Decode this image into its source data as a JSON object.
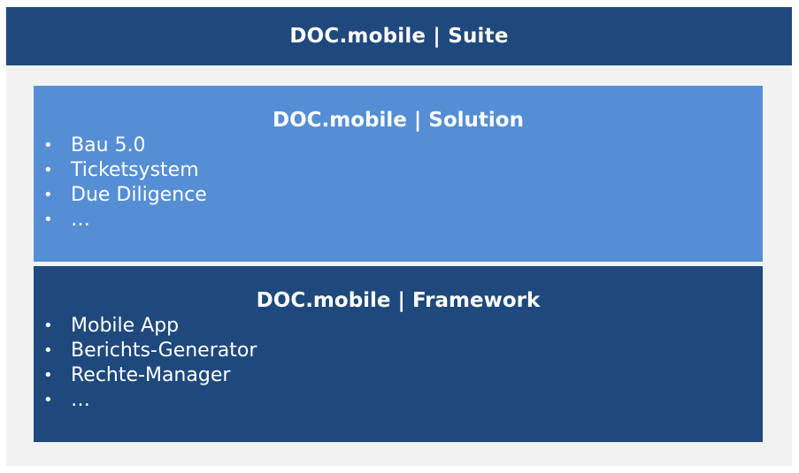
{
  "suite": {
    "title": "DOC.mobile | Suite"
  },
  "solution": {
    "title": "DOC.mobile | Solution",
    "items": [
      "Bau 5.0",
      "Ticketsystem",
      "Due Diligence",
      "…"
    ]
  },
  "framework": {
    "title": "DOC.mobile | Framework",
    "items": [
      "Mobile App",
      "Berichts-Generator",
      "Rechte-Manager",
      "…"
    ]
  },
  "colors": {
    "suite_header": "#1f497d",
    "suite_background": "#f2f2f2",
    "solution_box": "#558ed5",
    "framework_box": "#1f497d",
    "text": "#ffffff"
  }
}
